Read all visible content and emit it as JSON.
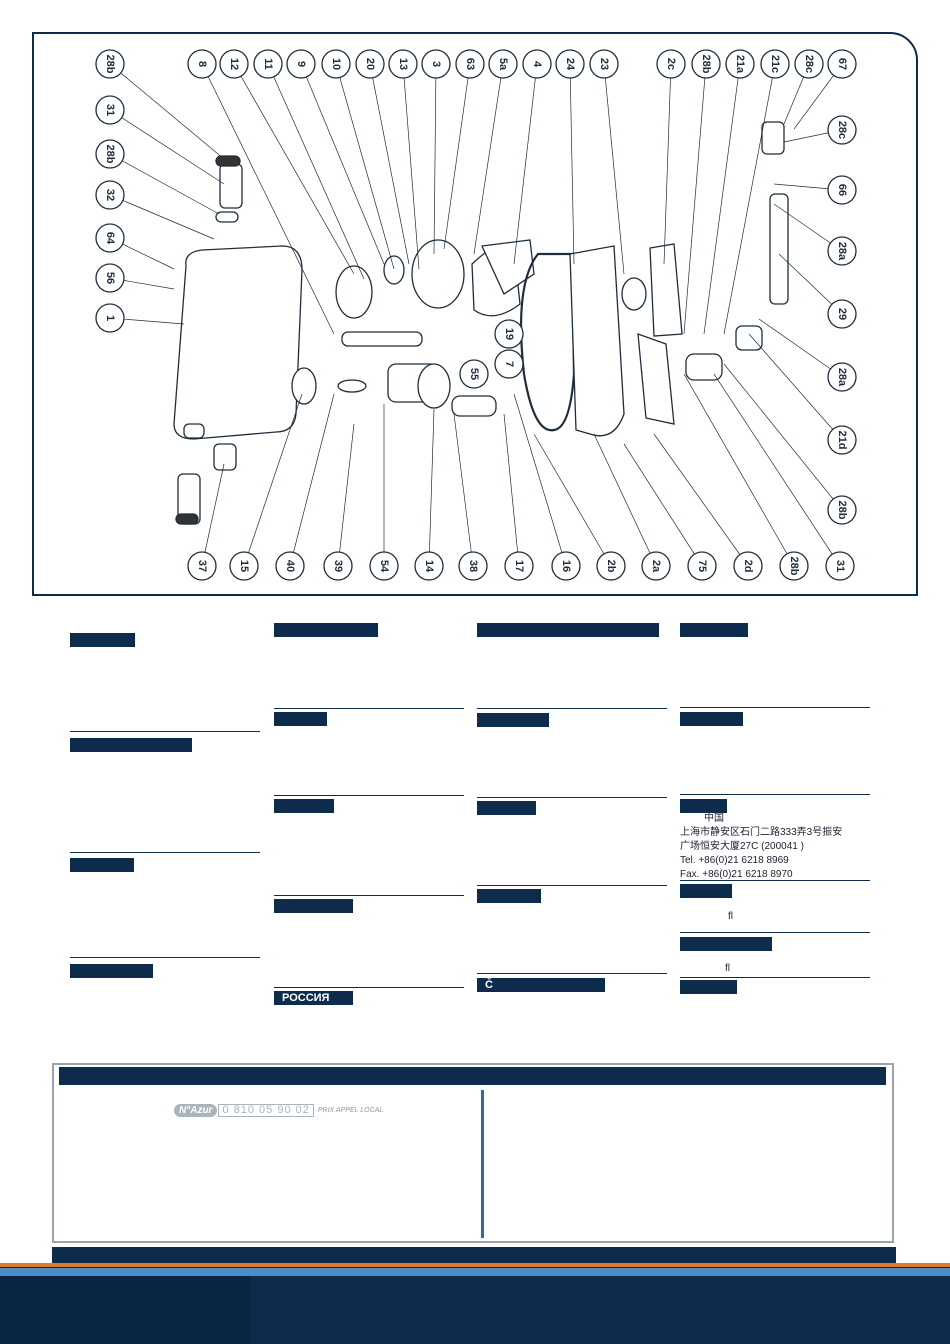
{
  "diagram": {
    "top_callouts": [
      "8",
      "12",
      "11",
      "9",
      "10",
      "20",
      "13",
      "3",
      "63",
      "5a",
      "4",
      "24",
      "23",
      "2c",
      "28b",
      "21a",
      "21c",
      "28c",
      "67"
    ],
    "left_callouts": [
      "28b",
      "31",
      "28b",
      "32",
      "64",
      "56",
      "1"
    ],
    "right_callouts": [
      "28c",
      "66",
      "28a",
      "29",
      "28a",
      "21d",
      "28b"
    ],
    "bottom_callouts": [
      "37",
      "15",
      "40",
      "39",
      "54",
      "14",
      "38",
      "17",
      "16",
      "2b",
      "2a",
      "75",
      "2d",
      "28b",
      "31"
    ],
    "inner_callouts": [
      "19",
      "7",
      "55"
    ]
  },
  "columns": {
    "russia_label": "РОССИЯ",
    "c_label": "Č",
    "china": {
      "country": "中国",
      "address1": "上海市静安区石门二路333弄3号振安",
      "address2": "广场恒安大厦27C (200041 )",
      "tel": "Tel. +86(0)21 6218 8969",
      "fax": "Fax. +86(0)21 6218 8970"
    },
    "ligature1": "ﬂ",
    "ligature2": "ﬂ"
  },
  "contact": {
    "azur_badge": "N°Azur",
    "azur_number": "0 810 05 90 02",
    "azur_note": "PRIX APPEL LOCAL"
  },
  "colors": {
    "navy": "#0d2c4b",
    "accent_blue": "#2c6aa5",
    "orange": "#e07a2a"
  }
}
